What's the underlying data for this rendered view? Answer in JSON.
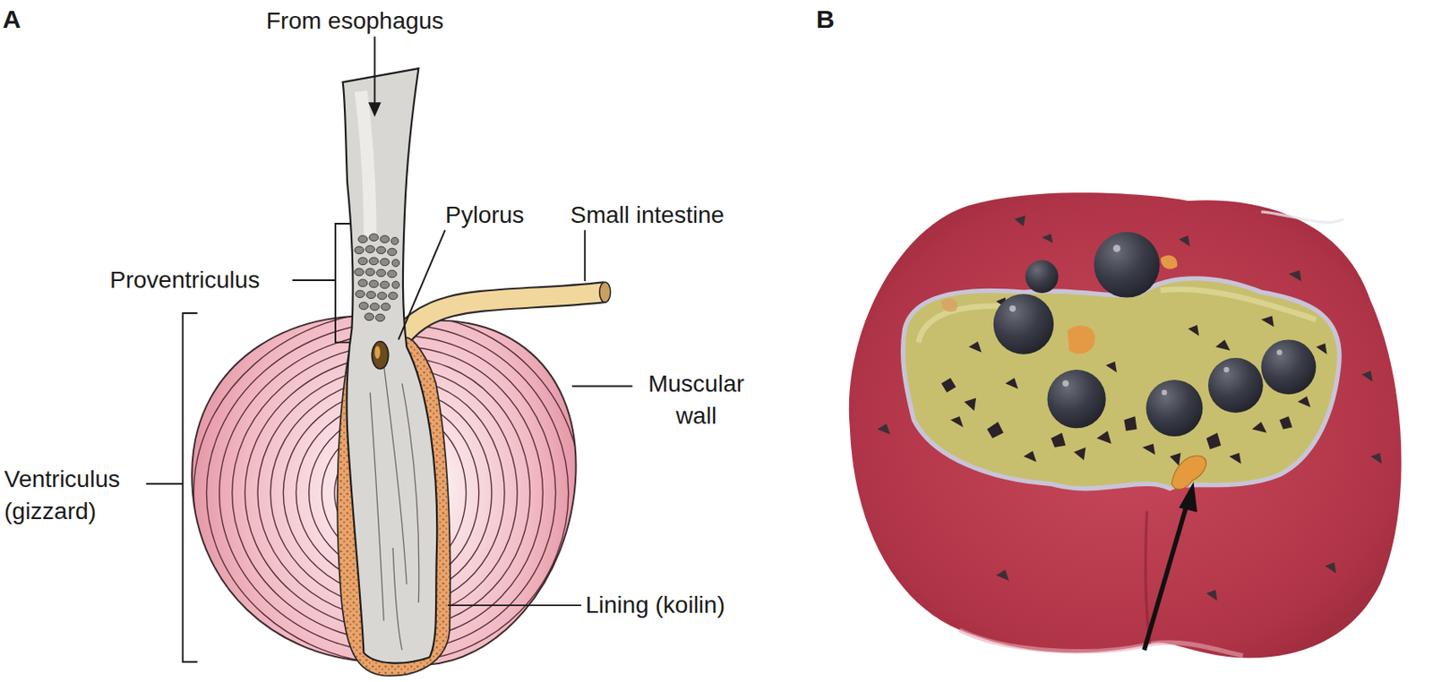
{
  "diagram": {
    "labels": [
      "A",
      "B",
      "From esophagus",
      "Pylorus",
      "Small intestine",
      "Proventriculus",
      "Muscular wall",
      "Ventriculus (gizzard)",
      "Lining (koilin)"
    ]
  }
}
